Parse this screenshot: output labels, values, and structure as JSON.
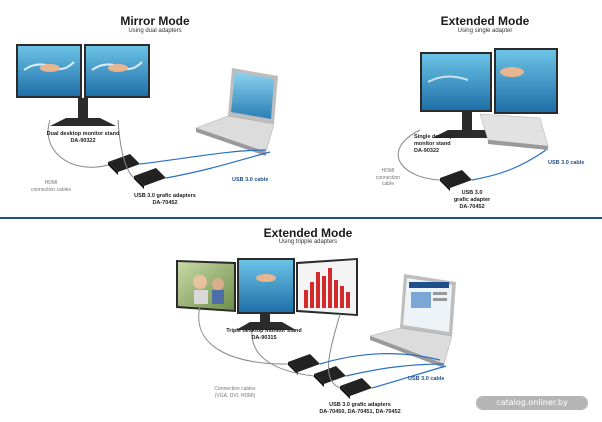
{
  "panels": {
    "mirror": {
      "title": "Mirror Mode",
      "subtitle": "Using dual adapters",
      "stand_label": [
        "Dual desktop monitor stand",
        "DA-90322"
      ],
      "cable_label": [
        "HDMI",
        "connection cables"
      ],
      "usb_label": "USB 3.0 cable",
      "adapter_label": [
        "USB 3.0 grafic adapters",
        "DA-70452"
      ]
    },
    "extended_single": {
      "title": "Extended Mode",
      "subtitle": "Using single adapter",
      "stand_label": [
        "Single desktop",
        "monitor stand",
        "DA-90322"
      ],
      "cable_label": [
        "HDMI",
        "connection",
        "cable"
      ],
      "usb_label": "USB 3.0 cable",
      "adapter_label": [
        "USB 3.0",
        "grafic adapter",
        "DA-70452"
      ]
    },
    "extended_triple": {
      "title": "Extended Mode",
      "subtitle": "Using tripple adapters",
      "stand_label": [
        "Triple desktop monitor stand",
        "DA-90315"
      ],
      "cable_label": [
        "Connection cables",
        "(VGA, DVI, HDMI)"
      ],
      "usb_label": "USB 3.0 cable",
      "adapter_label": [
        "USB 3.0 grafic adapters",
        "DA-70450, DA-70451, DA-70452"
      ]
    }
  },
  "watermark": "catalog.onliner.by",
  "colors": {
    "accent": "#1f4e8c",
    "cable_blue": "#2a6fc4",
    "cable_gray": "#888888",
    "water": "#2f8fc0"
  }
}
